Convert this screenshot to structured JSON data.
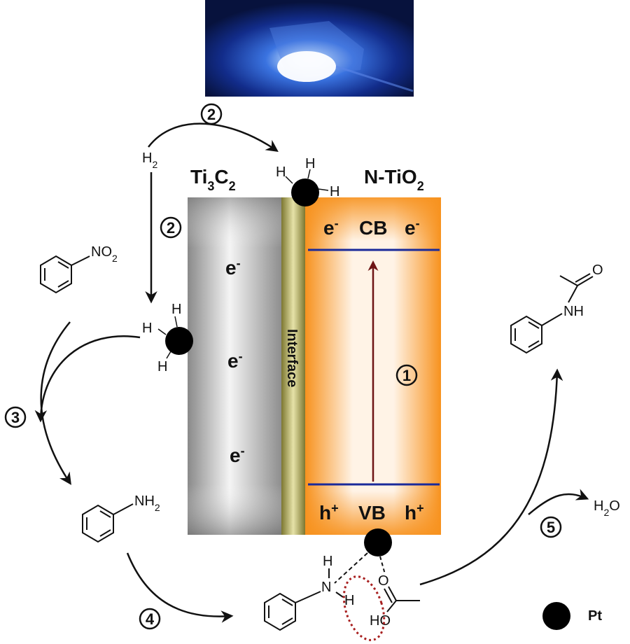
{
  "left_material": {
    "main": "Ti",
    "sub1": "3",
    "mid": "C",
    "sub2": "2"
  },
  "right_material": {
    "main": "N-TiO",
    "sub": "2"
  },
  "interface_label": "Interface",
  "electron_label": "e",
  "minus": "-",
  "plus": "+",
  "cb_label": "CB",
  "vb_label": "VB",
  "hole_label": "h",
  "steps": [
    "1",
    "2",
    "2",
    "3",
    "4",
    "5"
  ],
  "molecules": {
    "nitro_group": "NO",
    "nitro_sub": "2",
    "amine_group": "NH",
    "amine_sub": "2",
    "amide_nh": "NH",
    "amide_o": "O",
    "h2": "H",
    "h2_sub": "2",
    "water": "H",
    "water_sub": "2",
    "water_tail": "O",
    "h": "H",
    "n": "N",
    "o": "O",
    "ho": "HO"
  },
  "legend": {
    "pt_label": "Pt"
  },
  "colors": {
    "ti3c2_gray": "#9a9a9a",
    "interface_olive": "#8f8a3c",
    "tio2_orange": "#f7921e",
    "band_blue": "#1a2a9a",
    "arrow_brown": "#7a1a1a",
    "pt_black": "#000000",
    "highlight_dash": "#a82020",
    "lamp_blue": "#1a3fb0"
  }
}
